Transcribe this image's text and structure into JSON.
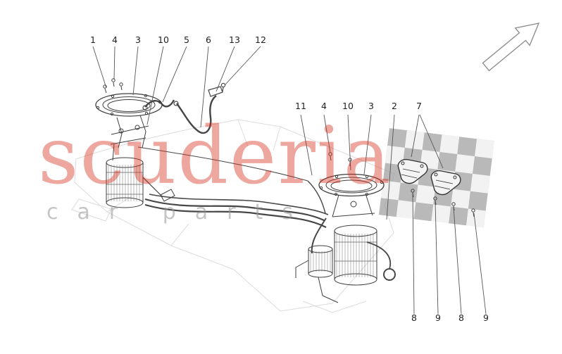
{
  "watermark": {
    "title": "scuderia",
    "subtitle": "car parts",
    "title_color": "#d92d1a",
    "subtitle_color": "#969696"
  },
  "icons": {
    "direction_arrow": "northeast-outline-arrow",
    "checkered_flag": "racing-checkered-flag"
  },
  "diagram": {
    "callouts": [
      {
        "label": "1"
      },
      {
        "label": "4"
      },
      {
        "label": "3"
      },
      {
        "label": "10"
      },
      {
        "label": "5"
      },
      {
        "label": "6"
      },
      {
        "label": "13"
      },
      {
        "label": "12"
      },
      {
        "label": "11"
      },
      {
        "label": "4"
      },
      {
        "label": "10"
      },
      {
        "label": "3"
      },
      {
        "label": "2"
      },
      {
        "label": "7"
      },
      {
        "label": "8"
      },
      {
        "label": "9"
      },
      {
        "label": "8"
      },
      {
        "label": "9"
      }
    ]
  }
}
